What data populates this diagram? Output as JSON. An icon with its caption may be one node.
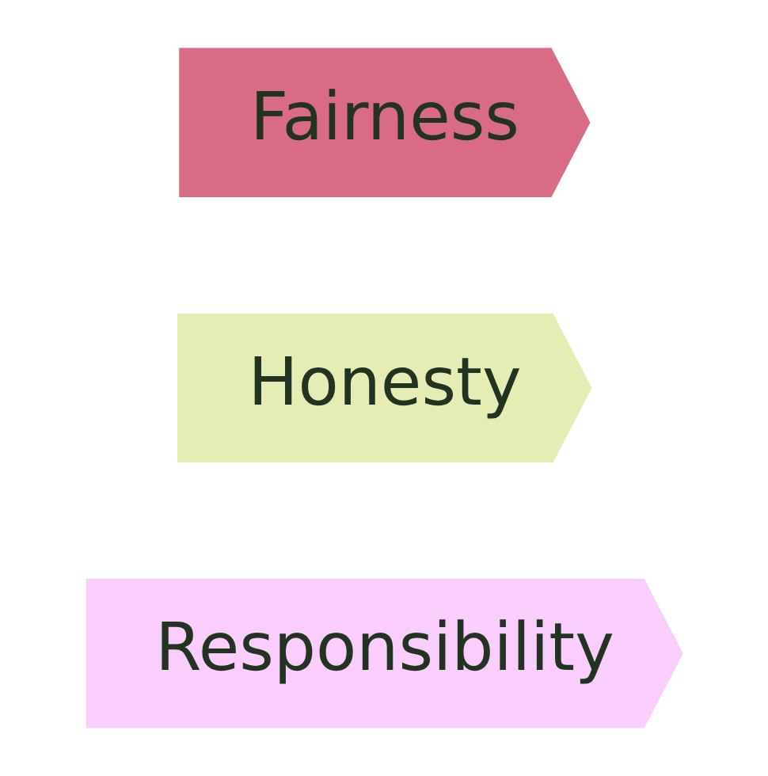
{
  "diagram": {
    "nodes": [
      {
        "text": [
          "Fairness"
        ]
      },
      {
        "text": [
          "Honesty"
        ]
      },
      {
        "text": [
          "Responsibility"
        ]
      }
    ]
  }
}
